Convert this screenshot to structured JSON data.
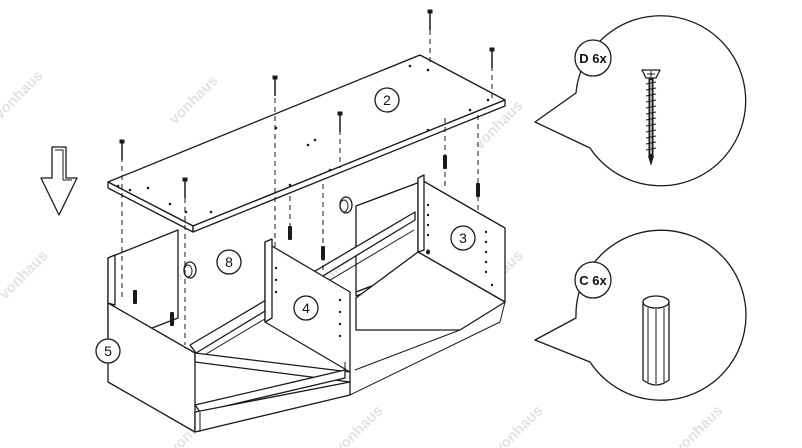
{
  "parts": {
    "top_panel": "2",
    "right_side": "3",
    "middle_divider": "4",
    "front_bottom": "5",
    "back_panel": "8"
  },
  "callouts": {
    "screw": {
      "label": "D 6x",
      "icon": "screw-icon"
    },
    "dowel": {
      "label": "C 6x",
      "icon": "dowel-icon"
    }
  },
  "watermark": "vonhaus",
  "direction_icon": "down-arrow-icon"
}
